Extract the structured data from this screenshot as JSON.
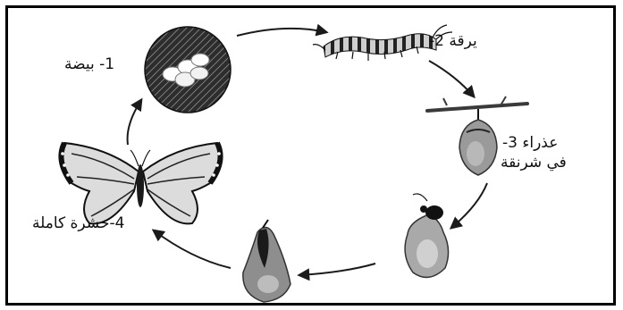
{
  "stages": {
    "egg": {
      "label": "1- بيضة"
    },
    "larva": {
      "label": "يرقة 2-"
    },
    "pupa": {
      "label_line1": "عذراء 3-",
      "label_line2": "في شرنقة"
    },
    "adult": {
      "label": "4-حشرة كاملة"
    }
  },
  "colors": {
    "border": "#000000",
    "arrow": "#1a1a1a",
    "background": "#ffffff"
  },
  "icons": [
    "egg-cluster-icon",
    "caterpillar-icon",
    "chrysalis-icon",
    "emerging-butterfly-icon",
    "butterfly-icon"
  ]
}
